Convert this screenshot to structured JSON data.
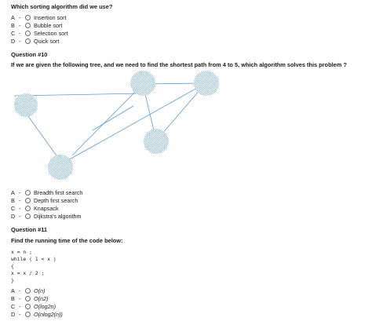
{
  "q9": {
    "title": "Which sorting algorithm did we use?",
    "options": [
      {
        "letter": "A",
        "text": "Insertion sort"
      },
      {
        "letter": "B",
        "text": "Bubble sort"
      },
      {
        "letter": "C",
        "text": "Selection sort"
      },
      {
        "letter": "D",
        "text": "Quick sort"
      }
    ]
  },
  "q10": {
    "heading": "Question #10",
    "title": "If we are given the following tree, and we need to find the shortest path from 4 to 5, which algorithm solves this problem ?",
    "options": [
      {
        "letter": "A",
        "text": "Breadth first search"
      },
      {
        "letter": "B",
        "text": "Depth first search"
      },
      {
        "letter": "C",
        "text": "Knapsack"
      },
      {
        "letter": "D",
        "text": "Dijkstra's algorithm"
      }
    ]
  },
  "q11": {
    "heading": "Question #11",
    "title": "Find the running time of the code below:",
    "code": [
      "x = n ;",
      "while ( 1 < x )",
      "{",
      "x = x / 2 ;",
      "}"
    ],
    "options": [
      {
        "letter": "A",
        "text": "O(n)"
      },
      {
        "letter": "B",
        "text": "O(n2)"
      },
      {
        "letter": "C",
        "text": "O(log2n)"
      },
      {
        "letter": "D",
        "text": "O(nlog2(n))"
      }
    ]
  },
  "dash": "-",
  "colors": {
    "node": "#c9dff5",
    "edge": "#5b9bd5"
  }
}
